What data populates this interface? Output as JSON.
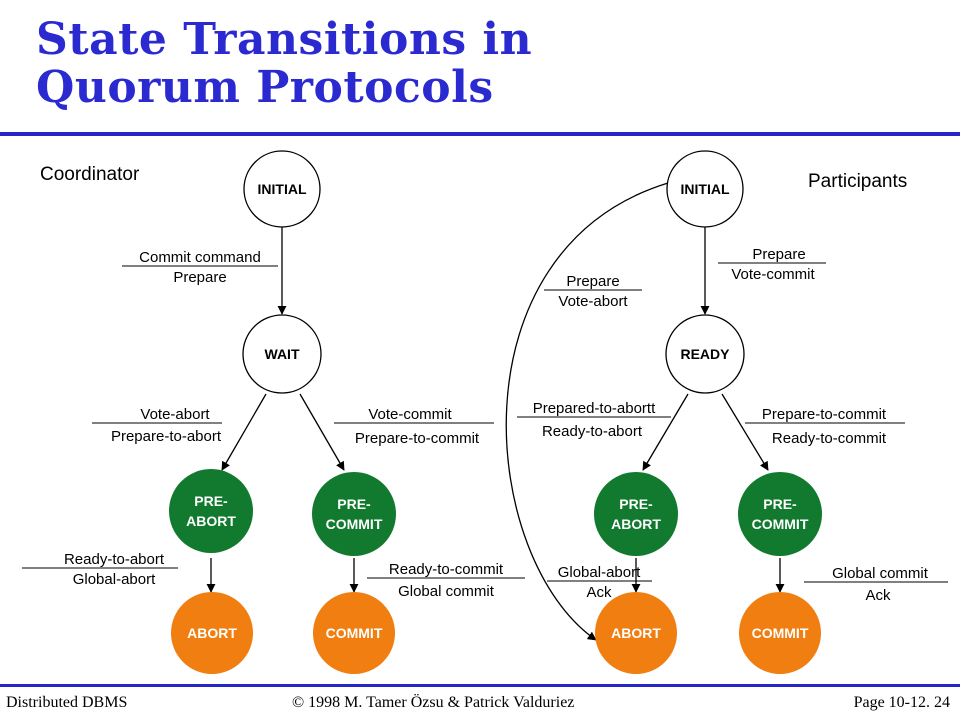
{
  "slide": {
    "title_line1": "State Transitions in",
    "title_line2": "Quorum Protocols",
    "footer_left": "Distributed DBMS",
    "footer_center": "© 1998 M. Tamer Özsu & Patrick Valduriez",
    "footer_right": "Page 10-12. 24"
  },
  "colors": {
    "title": "#2a2ad0",
    "rule": "#2626c6",
    "state_white": "#ffffff",
    "state_green": "#117a2e",
    "state_orange": "#f07e10",
    "outline": "#000000"
  },
  "coordinator": {
    "heading": "Coordinator",
    "states": {
      "initial": "INITIAL",
      "wait": "WAIT",
      "pre_abort": [
        "PRE-",
        "ABORT"
      ],
      "pre_commit": [
        "PRE-",
        "COMMIT"
      ],
      "abort": "ABORT",
      "commit": "COMMIT"
    },
    "transitions": {
      "initial_wait": {
        "input": "Commit command",
        "output": "Prepare"
      },
      "wait_preabort": {
        "input": "Vote-abort",
        "output": "Prepare-to-abort"
      },
      "wait_precommit": {
        "input": "Vote-commit",
        "output": "Prepare-to-commit"
      },
      "preabort_abort": {
        "input": "Ready-to-abort",
        "output": "Global-abort"
      },
      "precommit_commit": {
        "input": "Ready-to-commit",
        "output": "Global commit"
      }
    }
  },
  "participants": {
    "heading": "Participants",
    "states": {
      "initial": "INITIAL",
      "ready": "READY",
      "pre_abort": [
        "PRE-",
        "ABORT"
      ],
      "pre_commit": [
        "PRE-",
        "COMMIT"
      ],
      "abort": "ABORT",
      "commit": "COMMIT"
    },
    "transitions": {
      "initial_ready": {
        "input": "Prepare",
        "output": "Vote-commit"
      },
      "initial_abort": {
        "input": "Prepare",
        "output": "Vote-abort"
      },
      "ready_preabort": {
        "input": "Prepared-to-abortt",
        "output": "Ready-to-abort"
      },
      "ready_precommit": {
        "input": "Prepare-to-commit",
        "output": "Ready-to-commit"
      },
      "preabort_abort": {
        "input": "Global-abort",
        "output": "Ack"
      },
      "precommit_commit": {
        "input": "Global commit",
        "output": "Ack"
      }
    }
  }
}
